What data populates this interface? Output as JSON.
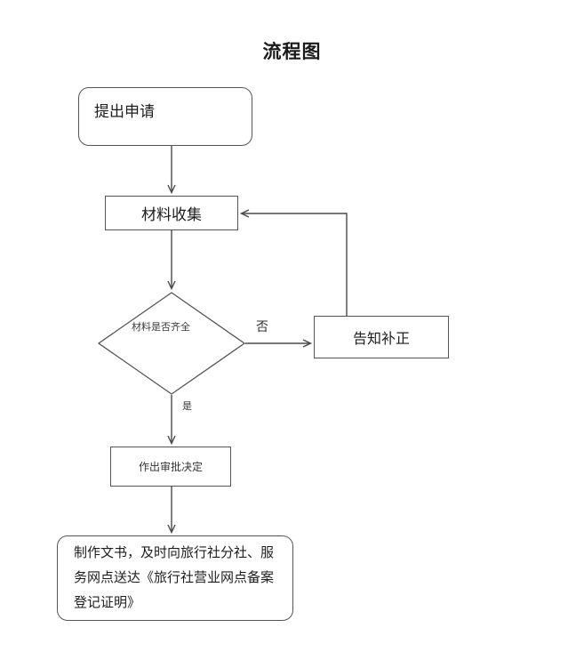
{
  "page": {
    "title": "流程图",
    "background_color": "#ffffff",
    "stroke_color": "#555555",
    "text_color": "#1d1d1d"
  },
  "nodes": {
    "apply": {
      "label": "提出申请",
      "shape": "rounded-rectangle"
    },
    "collect": {
      "label": "材料收集",
      "shape": "rectangle"
    },
    "decision": {
      "label": "材料是否齐全",
      "shape": "diamond"
    },
    "notify": {
      "label": "告知补正",
      "shape": "rectangle"
    },
    "decide": {
      "label": "作出审批决定",
      "shape": "rectangle"
    },
    "document": {
      "label": "制作文书，及时向旅行社分社、服务网点送达《旅行社营业网点备案登记证明》",
      "shape": "rounded-rectangle"
    }
  },
  "edges": {
    "no_label": "否",
    "yes_label": "是"
  }
}
